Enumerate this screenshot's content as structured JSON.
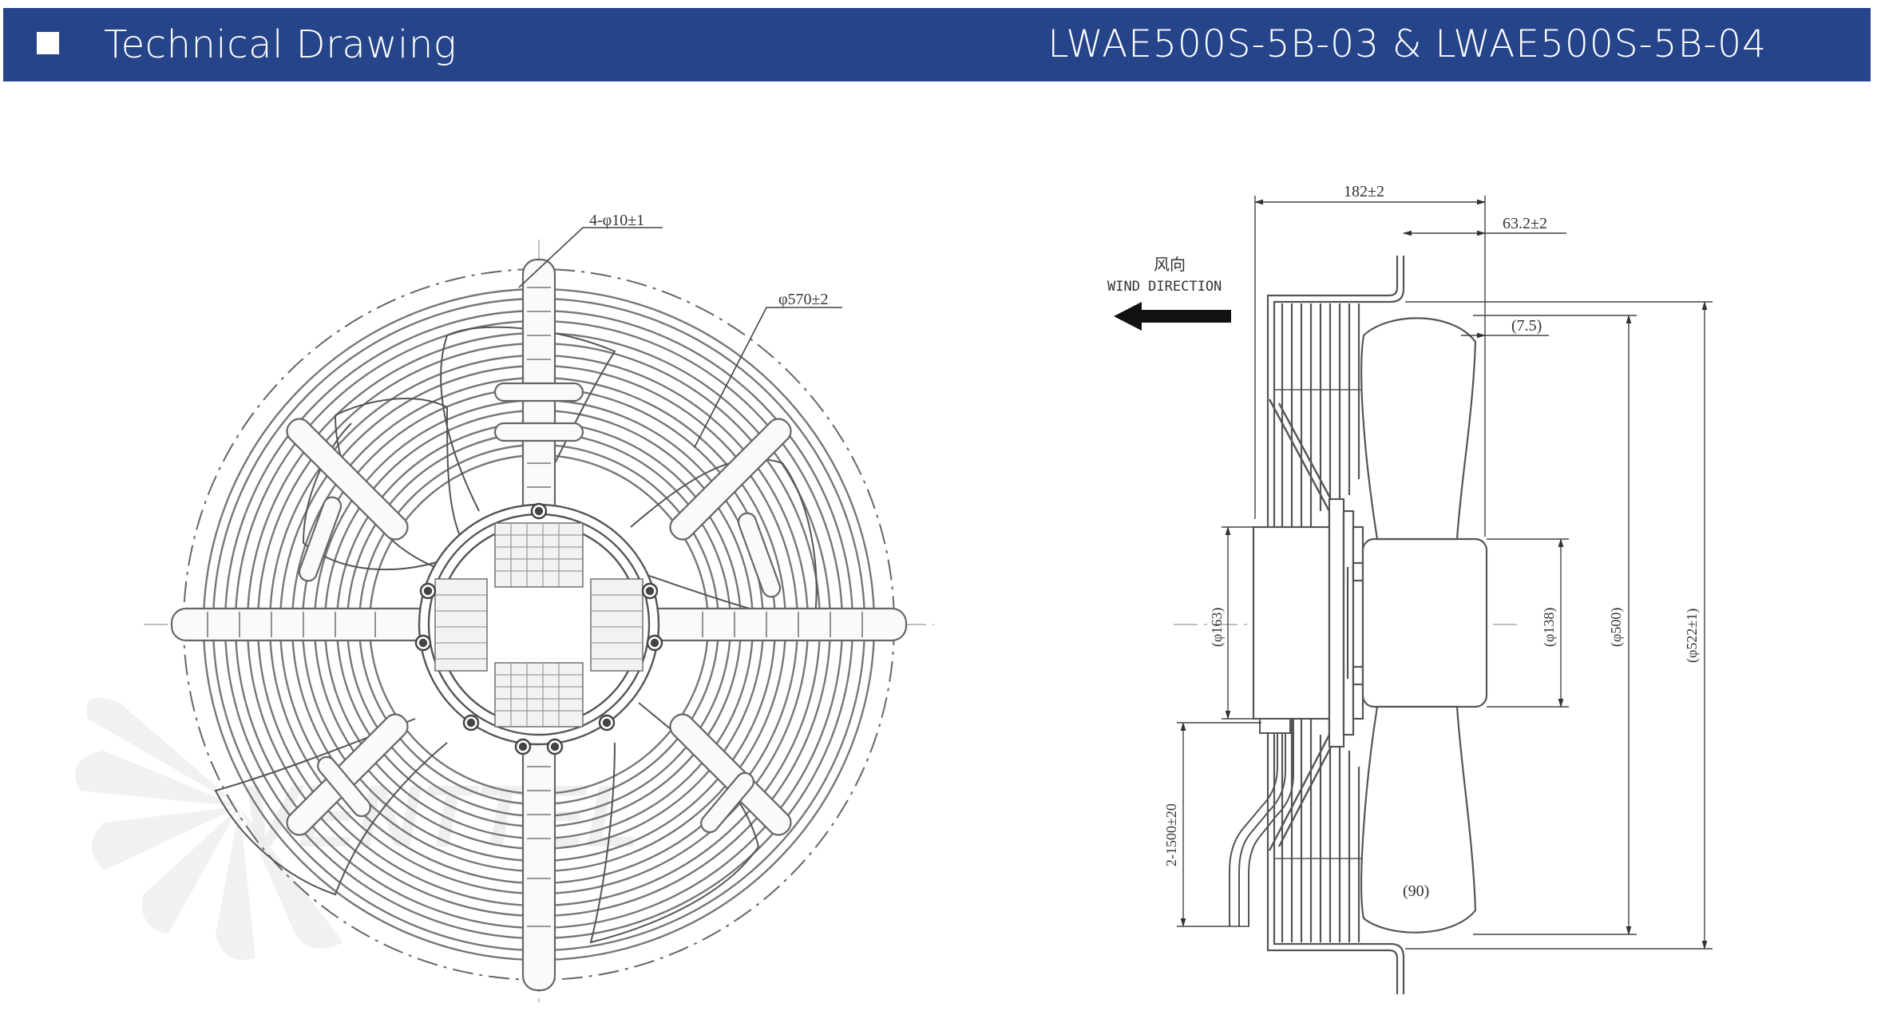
{
  "header": {
    "title": "Technical Drawing",
    "model": "LWAE500S-5B-03 & LWAE500S-5B-04",
    "background_color": "#264489",
    "text_color": "#ffffff"
  },
  "front_view": {
    "dims": {
      "holes": "4-φ10±1",
      "guard_diameter": "φ570±2"
    }
  },
  "side_view": {
    "wind_label_cn": "风向",
    "wind_label_en": "WIND DIRECTION",
    "dims": {
      "depth": "182±2",
      "offset": "63.2±2",
      "blade_gap": "(7.5)",
      "motor_diameter": "(φ163)",
      "hub_diameter": "(φ138)",
      "impeller_diameter": "(φ500)",
      "venturi_diameter": "(φ522±1)",
      "cable_length": "2-1500±20",
      "blade_width": "(90)"
    }
  },
  "watermark": {
    "text": "VENTTEL"
  }
}
